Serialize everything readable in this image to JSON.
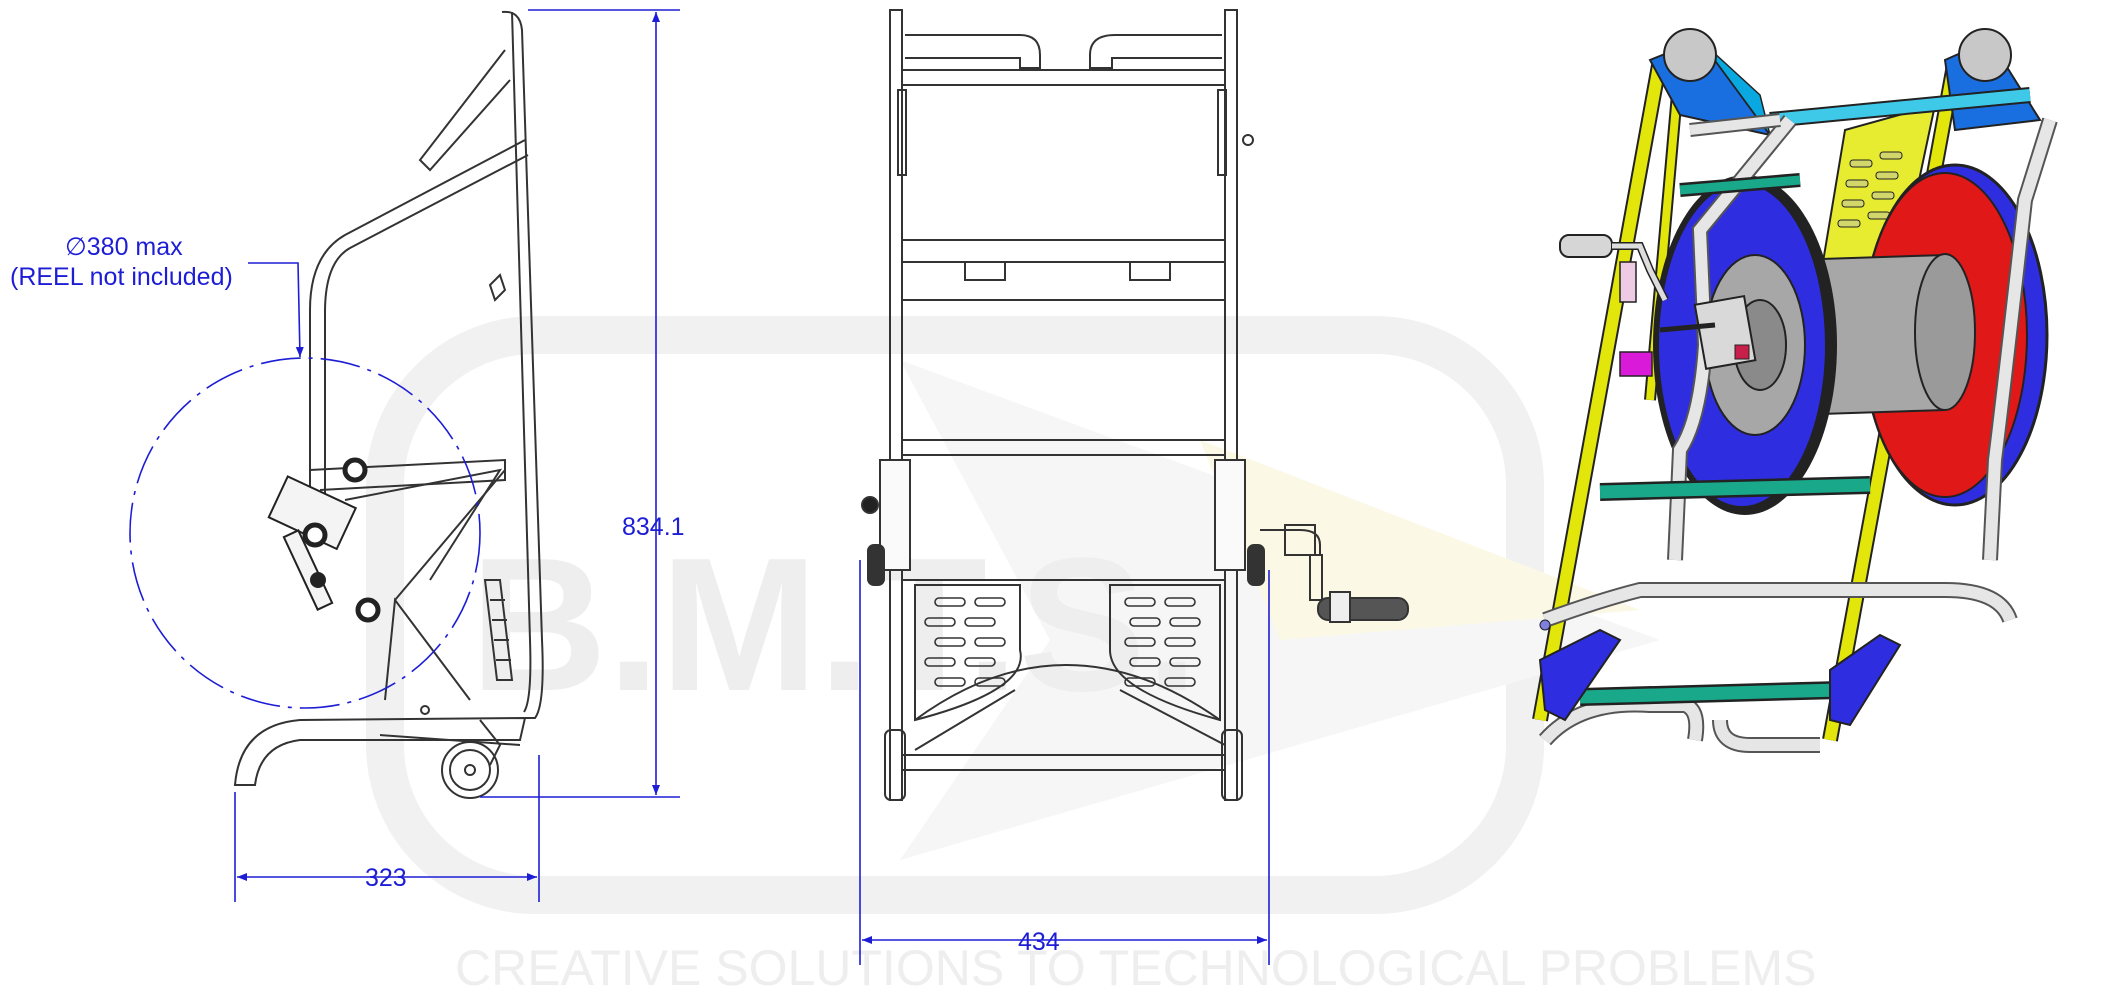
{
  "watermark": {
    "logo_text": "B.M.T.S.",
    "tagline": "CREATIVE SOLUTIONS TO TECHNOLOGICAL PROBLEMS"
  },
  "annotations": {
    "reel_diameter": "∅380 max",
    "reel_note": "(REEL not included)",
    "height_dim": "834.1",
    "depth_dim": "323",
    "width_dim": "434"
  },
  "colors": {
    "dimension": "#1d1dd6",
    "frame_yellow": "#e2e60a",
    "flange_blue": "#2e2ee0",
    "flange_red": "#e01818",
    "bracket_cyan": "#0aa8e0",
    "step_teal": "#1aa88a",
    "drum_gray": "#a7a7a7"
  }
}
